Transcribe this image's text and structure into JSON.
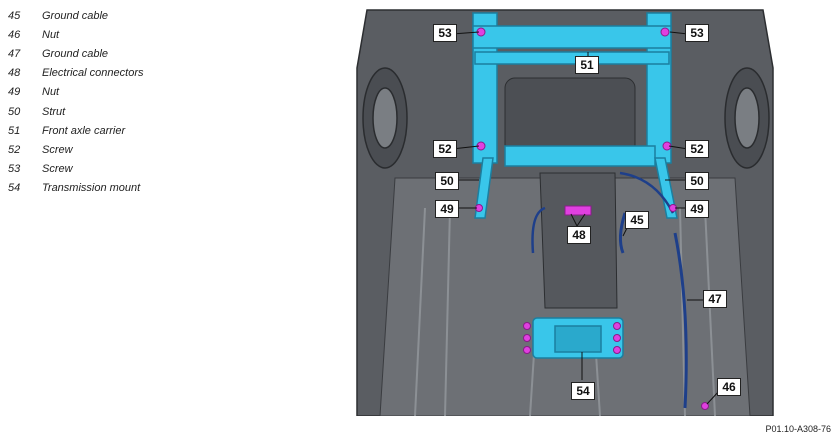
{
  "legend": [
    {
      "num": "45",
      "label": "Ground cable"
    },
    {
      "num": "46",
      "label": "Nut"
    },
    {
      "num": "47",
      "label": "Ground cable"
    },
    {
      "num": "48",
      "label": "Electrical connectors"
    },
    {
      "num": "49",
      "label": "Nut"
    },
    {
      "num": "50",
      "label": "Strut"
    },
    {
      "num": "51",
      "label": "Front axle carrier"
    },
    {
      "num": "52",
      "label": "Screw"
    },
    {
      "num": "53",
      "label": "Screw"
    },
    {
      "num": "54",
      "label": "Transmission mount"
    }
  ],
  "callouts": {
    "c53l": "53",
    "c53r": "53",
    "c51": "51",
    "c52l": "52",
    "c52r": "52",
    "c50l": "50",
    "c50r": "50",
    "c49l": "49",
    "c49r": "49",
    "c48": "48",
    "c45": "45",
    "c47": "47",
    "c54": "54",
    "c46": "46"
  },
  "reference": "P01.10-A308-76",
  "colors": {
    "highlight": "#39c6ea",
    "marker": "#e040e0",
    "body": "#5a5d62",
    "cable": "#1e3f8a"
  }
}
